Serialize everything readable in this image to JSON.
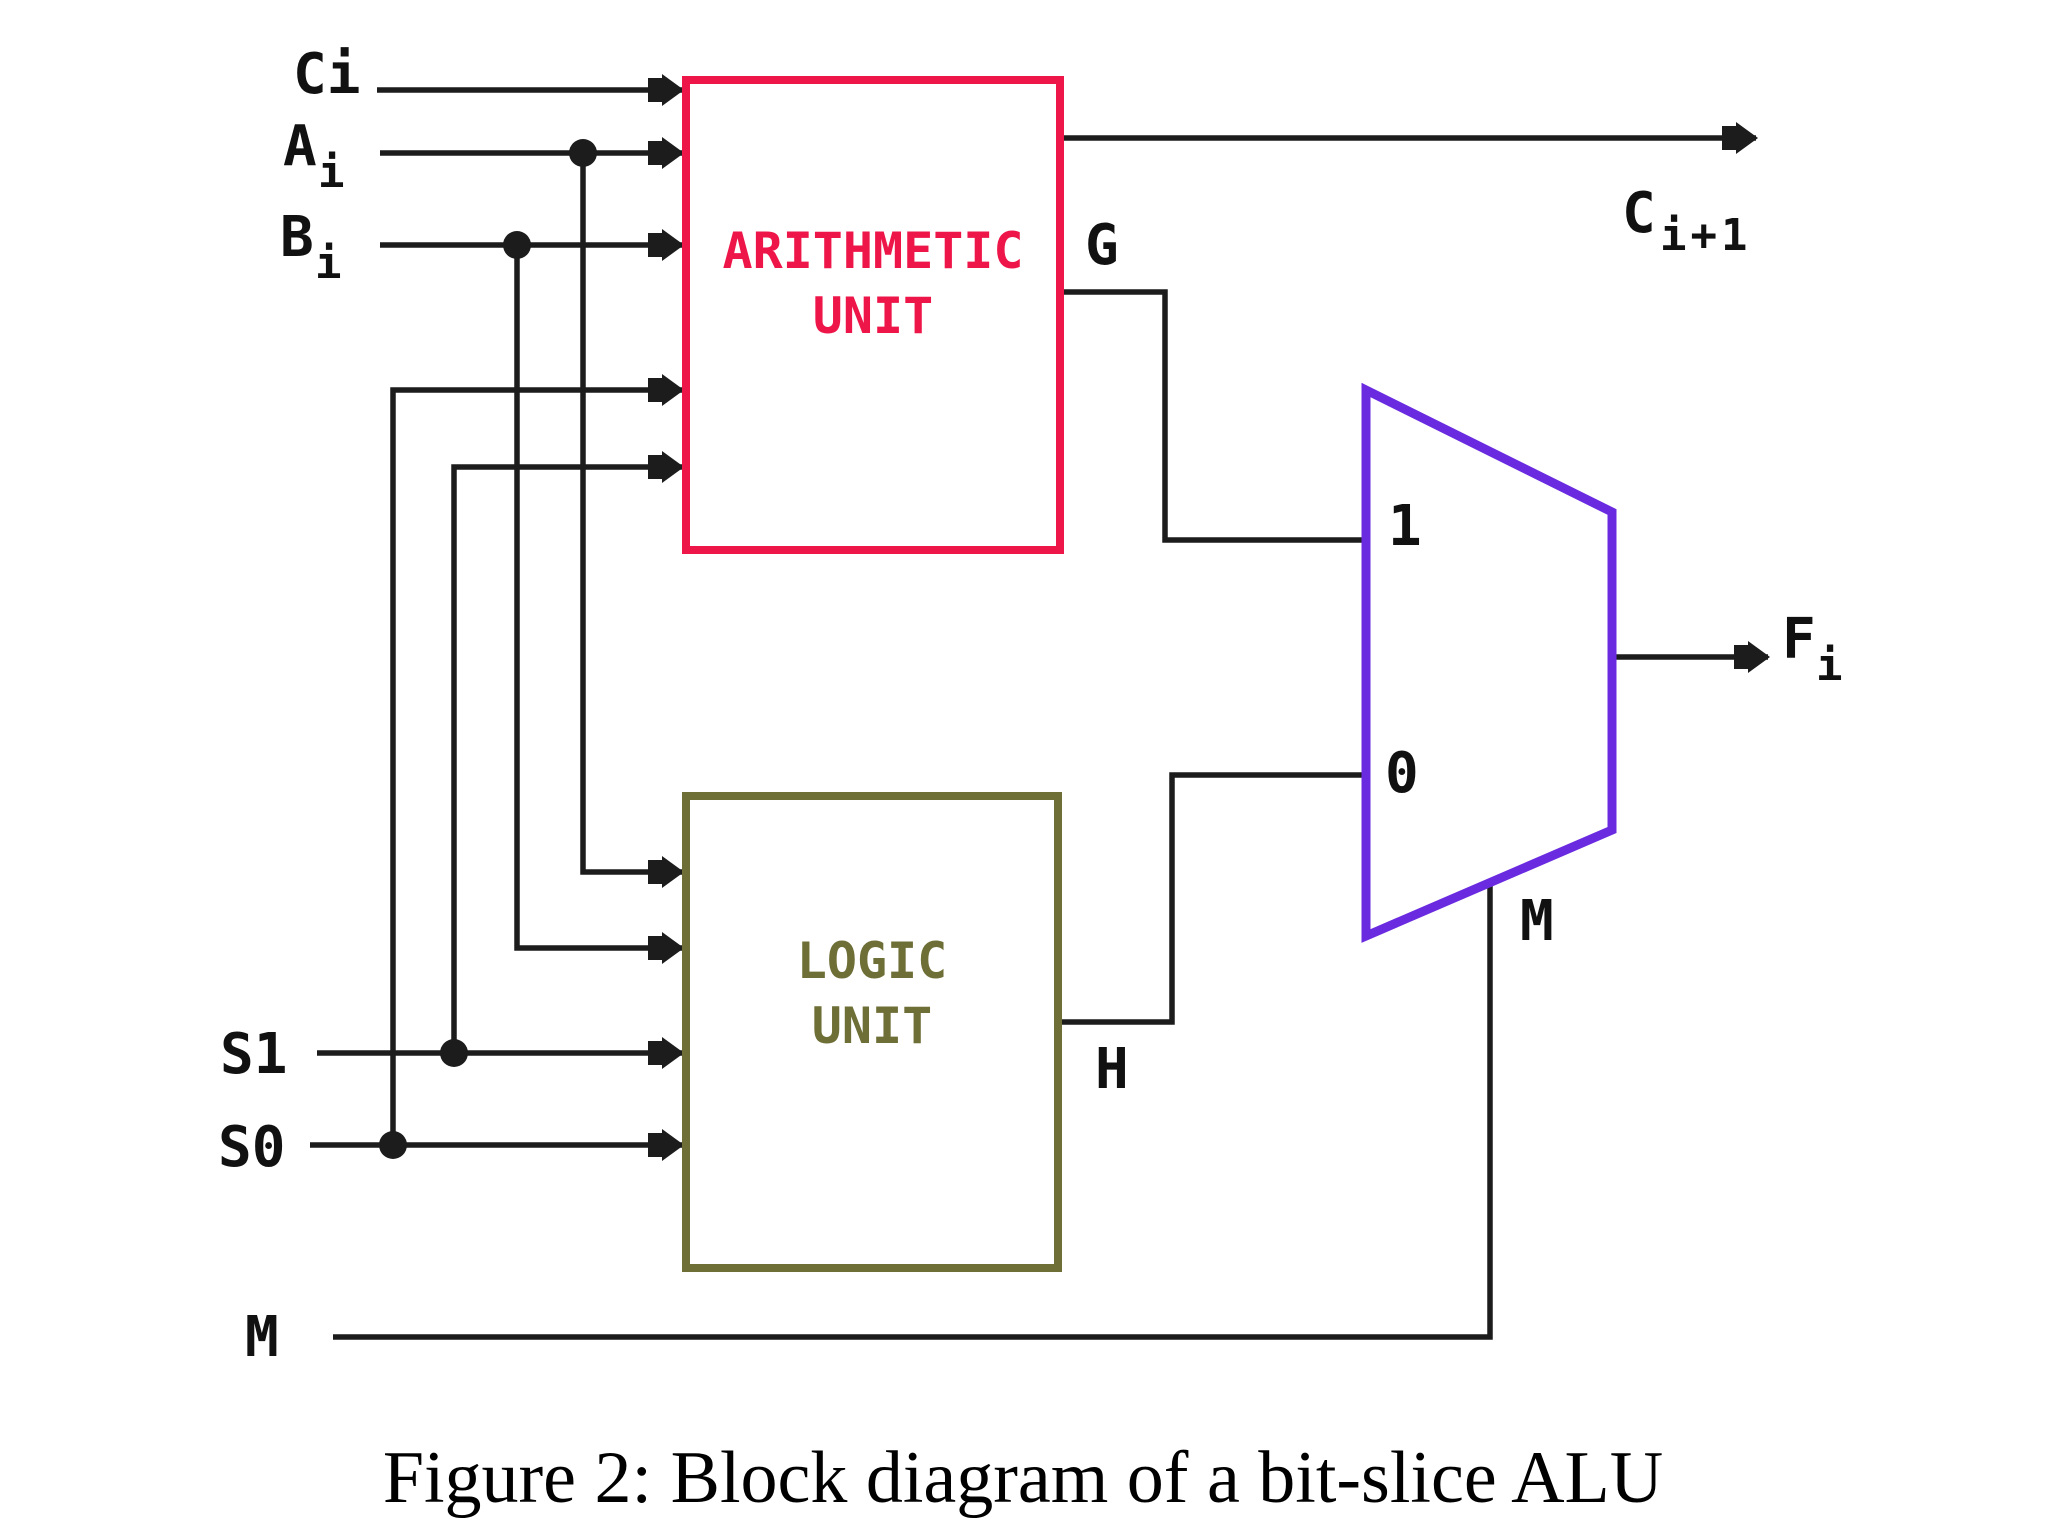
{
  "figure": {
    "caption": "Figure 2: Block diagram of a bit-slice ALU"
  },
  "colors": {
    "arithmetic_box": "#ee1649",
    "logic_box": "#6e6e37",
    "mux": "#6a2be0",
    "wire": "#1c1c1c",
    "label": "#111111",
    "background": "#ffffff"
  },
  "blocks": {
    "arithmetic_unit": {
      "title_line1": "ARITHMETIC",
      "title_line2": "UNIT"
    },
    "logic_unit": {
      "title_line1": "LOGIC",
      "title_line2": "UNIT"
    },
    "mux": {
      "input1_label": "1",
      "input0_label": "0",
      "select_label": "M"
    }
  },
  "labels": {
    "ci": "Ci",
    "ai": {
      "main": "A",
      "sub": "i"
    },
    "bi": {
      "main": "B",
      "sub": "i"
    },
    "s1": "S1",
    "s0": "S0",
    "m_input": "M",
    "g": "G",
    "h": "H",
    "c_out": {
      "main": "C",
      "sub": "i+1"
    },
    "f_out": {
      "main": "F",
      "sub": "i"
    }
  },
  "connections": [
    {
      "from": "Ci",
      "to": "ARITHMETIC UNIT"
    },
    {
      "from": "Ai",
      "to": "ARITHMETIC UNIT"
    },
    {
      "from": "Ai",
      "to": "LOGIC UNIT"
    },
    {
      "from": "Bi",
      "to": "ARITHMETIC UNIT"
    },
    {
      "from": "Bi",
      "to": "LOGIC UNIT"
    },
    {
      "from": "S0",
      "to": "ARITHMETIC UNIT"
    },
    {
      "from": "S0",
      "to": "LOGIC UNIT"
    },
    {
      "from": "S1",
      "to": "ARITHMETIC UNIT"
    },
    {
      "from": "S1",
      "to": "LOGIC UNIT"
    },
    {
      "from": "ARITHMETIC UNIT",
      "to": "Ci+1"
    },
    {
      "from": "ARITHMETIC UNIT",
      "to": "MUX input 1",
      "signal": "G"
    },
    {
      "from": "LOGIC UNIT",
      "to": "MUX input 0",
      "signal": "H"
    },
    {
      "from": "M",
      "to": "MUX select"
    },
    {
      "from": "MUX",
      "to": "Fi"
    }
  ]
}
